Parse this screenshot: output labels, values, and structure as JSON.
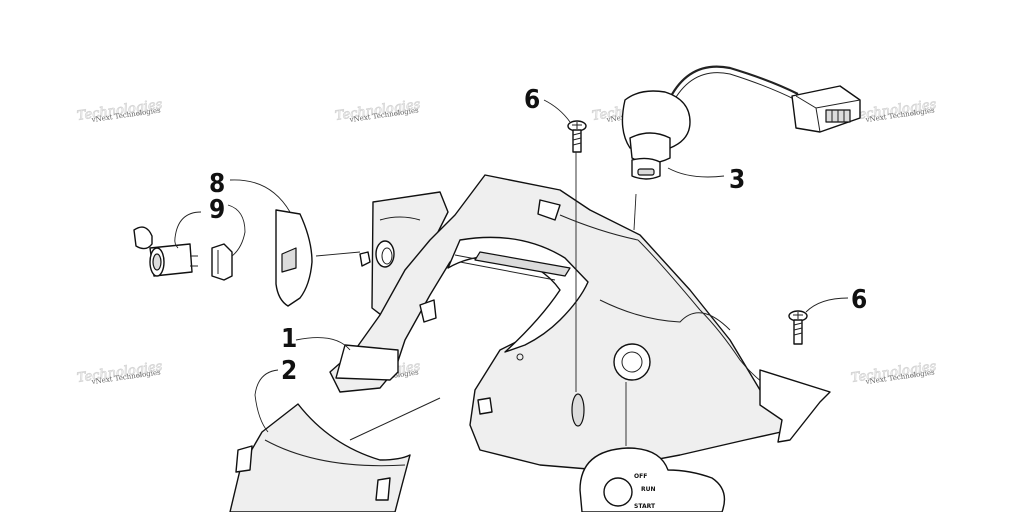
{
  "callouts": {
    "c1": "1",
    "c2": "2",
    "c3": "3",
    "c6a": "6",
    "c6b": "6",
    "c8": "8",
    "c9": "9"
  },
  "watermark": "vNext Technologies",
  "switch_labels": {
    "off": "OFF",
    "run": "RUN",
    "start": "START"
  }
}
